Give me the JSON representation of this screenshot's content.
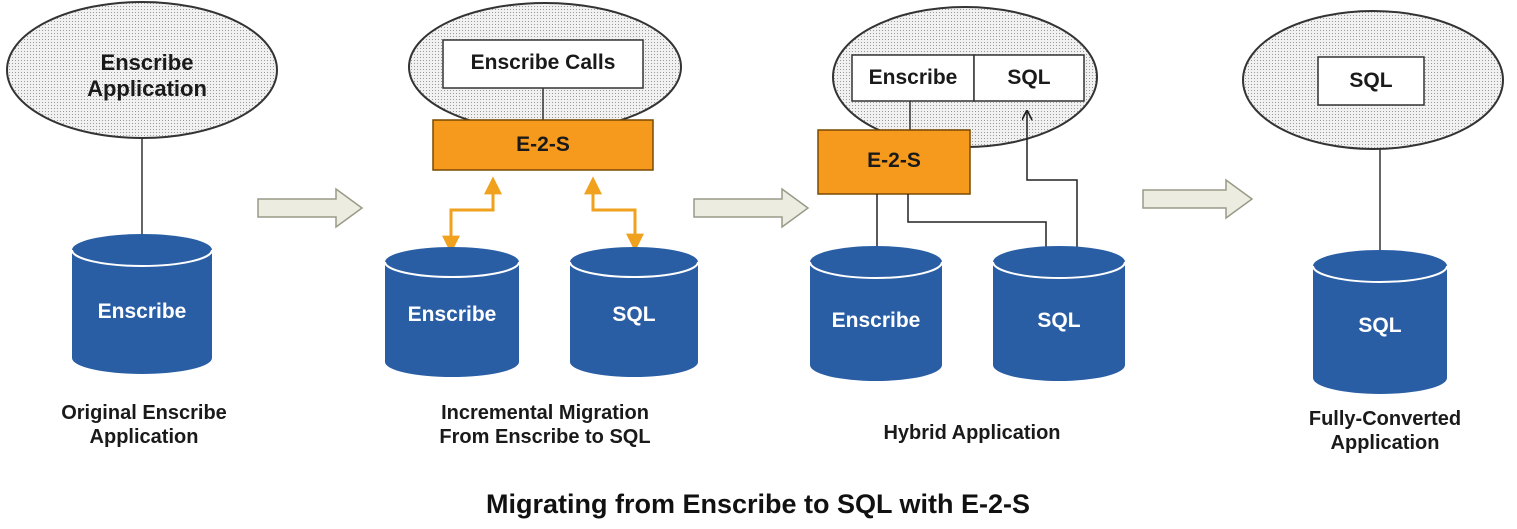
{
  "title": "Migrating from Enscribe to SQL with E-2-S",
  "stages": [
    {
      "app_box": "Enscribe Application",
      "app_line1": "Enscribe",
      "app_line2": "Application",
      "databases": [
        "Enscribe"
      ],
      "caption_line1": "Original Enscribe",
      "caption_line2": "Application"
    },
    {
      "app_box": "Enscribe Calls",
      "middleware": "E-2-S",
      "databases": [
        "Enscribe",
        "SQL"
      ],
      "caption_line1": "Incremental Migration",
      "caption_line2": "From Enscribe to SQL"
    },
    {
      "app_boxes": [
        "Enscribe",
        "SQL"
      ],
      "middleware": "E-2-S",
      "databases": [
        "Enscribe",
        "SQL"
      ],
      "caption_line1": "Hybrid Application"
    },
    {
      "app_box": "SQL",
      "databases": [
        "SQL"
      ],
      "caption_line1": "Fully-Converted",
      "caption_line2": "Application"
    }
  ],
  "colors": {
    "database": "#2a5ea4",
    "middleware": "#f59a1c",
    "ellipse_fill": "#e9e9e9",
    "connector_orange": "#f0a11e",
    "flow_arrow": "#ecece0"
  }
}
